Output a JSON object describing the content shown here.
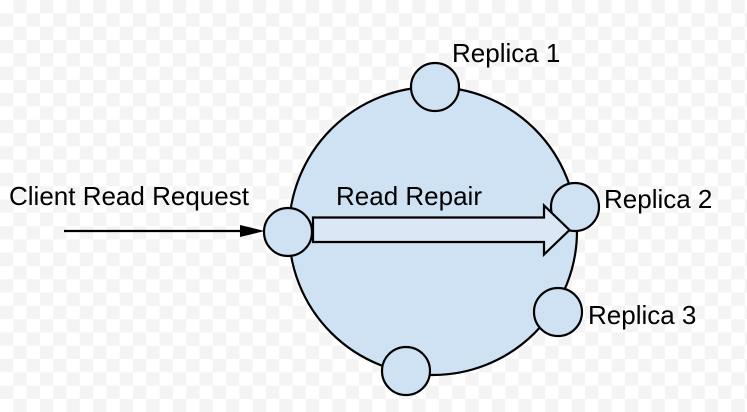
{
  "diagram": {
    "type": "ring-topology-read-repair",
    "labels": {
      "client_request": "Client Read Request",
      "read_repair": "Read Repair",
      "replica_1": "Replica 1",
      "replica_2": "Replica 2",
      "replica_3": "Replica 3"
    },
    "colors": {
      "node_fill": "#cfe2f3",
      "arrow_fill": "#dbe7f4",
      "outline": "#000000",
      "text": "#000000",
      "checker_light": "#ffffff",
      "checker_dark": "#f4f4f4"
    }
  }
}
